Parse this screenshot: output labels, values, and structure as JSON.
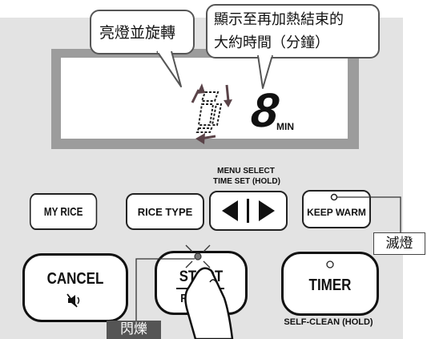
{
  "callouts": {
    "rotate": "亮燈並旋轉",
    "reheat_line1": "顯示至再加熱結束的",
    "reheat_line2": "大約時間（分鐘）"
  },
  "display": {
    "minutes_value": "8",
    "unit": "MIN"
  },
  "controls": {
    "menu_select_line1": "MENU SELECT",
    "menu_select_line2": "TIME SET (HOLD)",
    "my_rice": "MY RICE",
    "rice_type": "RICE TYPE",
    "keep_warm": "KEEP WARM",
    "cancel": "CANCEL",
    "start_line1": "START",
    "start_line2": "REHEAT",
    "timer": "TIMER",
    "self_clean": "SELF-CLEAN (HOLD)"
  },
  "labels": {
    "light_off": "滅燈",
    "blink": "閃爍"
  },
  "icons": {
    "rotate": "rotation-arrows-icon",
    "mute": "speaker-mute-icon",
    "arrows": "left-right-arrows-icon",
    "indicator": "indicator-lamp-icon",
    "blink": "blink-rays-icon",
    "hand": "pointing-hand-icon"
  }
}
